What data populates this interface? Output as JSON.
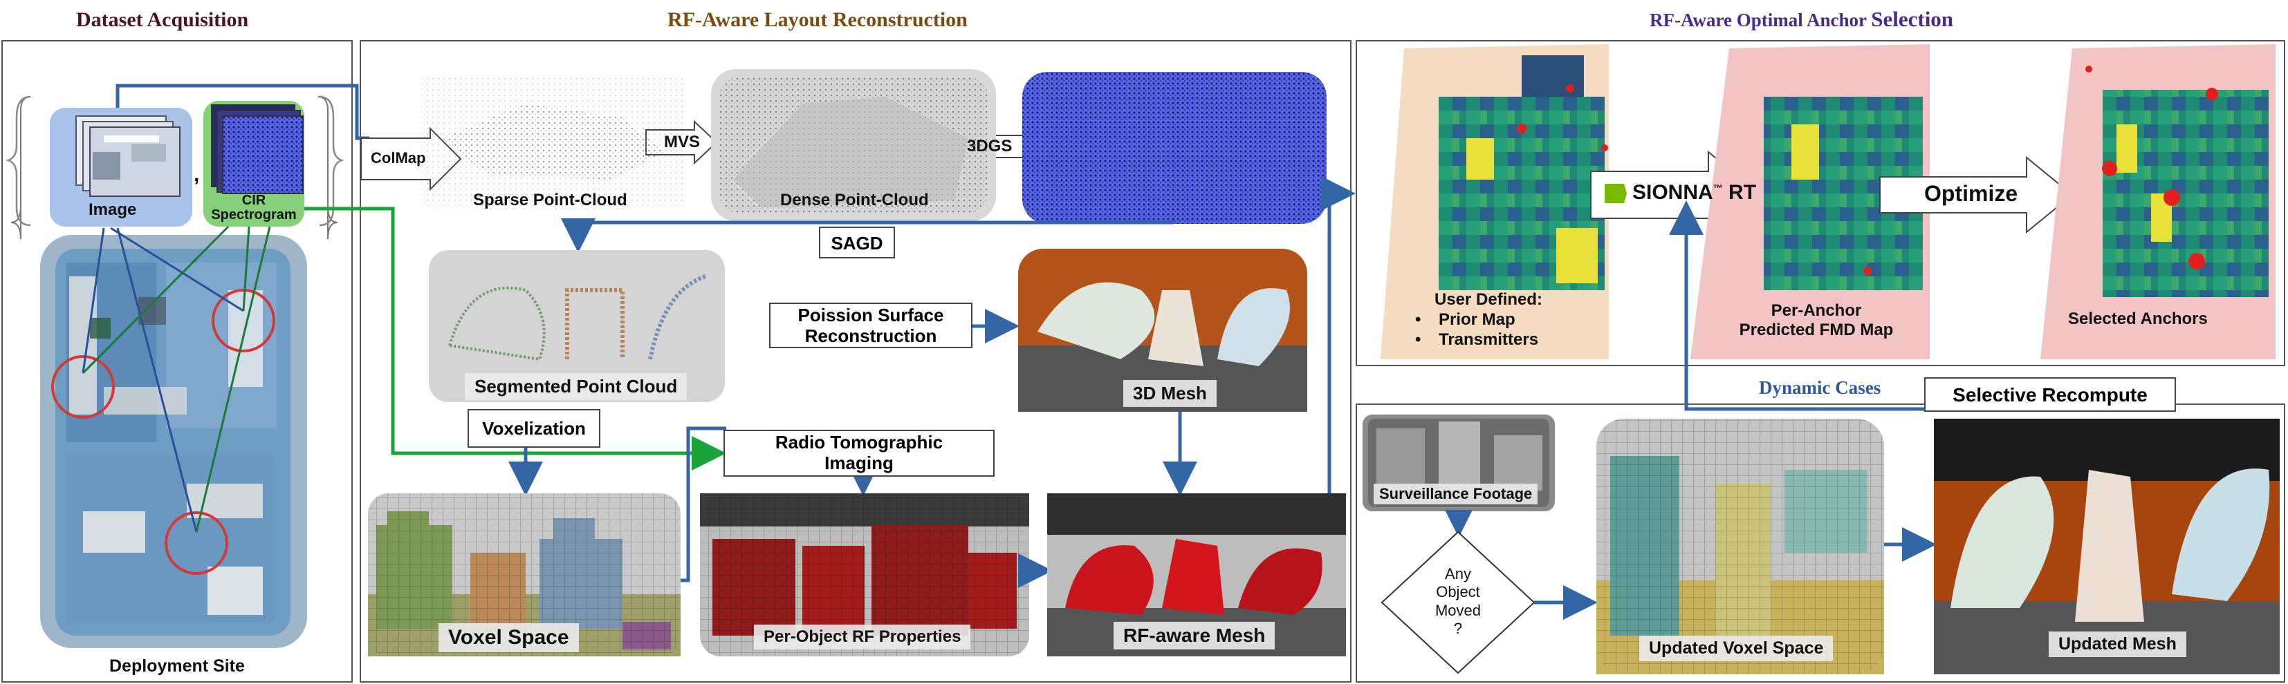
{
  "sections": {
    "dataset": "Dataset Acquisition",
    "layout": "RF-Aware Layout Reconstruction",
    "anchor_part1": "RF-Aware Optimal Anchor ",
    "anchor_part2": "Selection",
    "dynamic": "Dynamic Cases"
  },
  "dataset": {
    "image_label": "Image",
    "cir_label_line1": "CIR",
    "cir_label_line2": "Spectrogram",
    "comma": ",",
    "deployment_site": "Deployment Site"
  },
  "layout": {
    "colmap": "ColMap",
    "sparse": "Sparse Point-Cloud",
    "mvs": "MVS",
    "dense": "Dense Point-Cloud",
    "threedgs": "3DGS",
    "sagd": "SAGD",
    "segmented": "Segmented Point Cloud",
    "poisson_line1": "Poission Surface",
    "poisson_line2": "Reconstruction",
    "mesh3d": "3D Mesh",
    "voxelization": "Voxelization",
    "radio_line1": "Radio Tomographic",
    "radio_line2": "Imaging",
    "voxel_space": "Voxel Space",
    "per_object": "Per-Object RF Properties",
    "rf_mesh": "RF-aware Mesh"
  },
  "anchor": {
    "user_defined": "User Defined:",
    "prior_map": "Prior Map",
    "transmitters": "Transmitters",
    "sionna": "SIONNA",
    "sionna_tm": "™",
    "rt": "RT",
    "optimize": "Optimize",
    "per_anchor_line1": "Per-Anchor",
    "per_anchor_line2": "Predicted FMD Map",
    "selected": "Selected Anchors",
    "bullet": "•"
  },
  "dynamic": {
    "selective_recompute": "Selective Recompute",
    "surveillance": "Surveillance Footage",
    "decision_line1": "Any",
    "decision_line2": "Object",
    "decision_line3": "Moved",
    "decision_line4": "?",
    "updated_voxel": "Updated Voxel Space",
    "updated_mesh": "Updated Mesh"
  },
  "colors": {
    "flow_blue": "#3465a4",
    "flow_green": "#1aa33a",
    "dataset_title": "#4a1424",
    "layout_title": "#7a4a10",
    "anchor_title": "#4b2a8a",
    "dynamic_title": "#2f5a9a",
    "nvidia_green": "#76b900"
  }
}
